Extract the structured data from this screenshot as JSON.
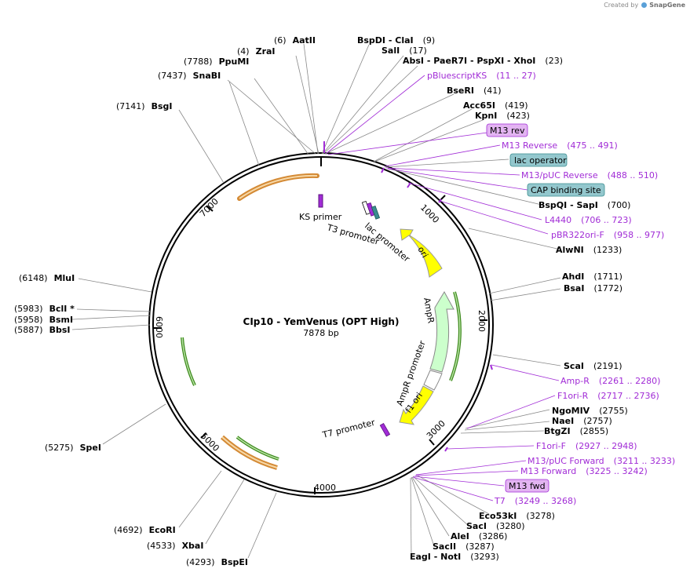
{
  "credit": {
    "prefix": "Created by",
    "brand": "SnapGene"
  },
  "plasmid": {
    "name": "CIp10 - YemVenus (OPT High)",
    "length": "7878 bp"
  },
  "ticks": [
    "1000",
    "2000",
    "3000",
    "4000",
    "5000",
    "6000",
    "7000"
  ],
  "sites_left": [
    {
      "pos": "(6)",
      "name": "AatII"
    },
    {
      "pos": "(4)",
      "name": "ZraI"
    },
    {
      "pos": "(7788)",
      "name": "PpuMI"
    },
    {
      "pos": "(7437)",
      "name": "SnaBI"
    },
    {
      "pos": "(7141)",
      "name": "BsgI"
    },
    {
      "pos": "(6148)",
      "name": "MluI"
    },
    {
      "pos": "(5983)",
      "name": "BclI *"
    },
    {
      "pos": "(5958)",
      "name": "BsmI"
    },
    {
      "pos": "(5887)",
      "name": "BbsI"
    },
    {
      "pos": "(5275)",
      "name": "SpeI"
    },
    {
      "pos": "(4692)",
      "name": "EcoRI"
    },
    {
      "pos": "(4533)",
      "name": "XbaI"
    },
    {
      "pos": "(4293)",
      "name": "BspEI"
    }
  ],
  "sites_right": [
    {
      "name": "BspDI  - ClaI",
      "pos": "(9)"
    },
    {
      "name": "SalI",
      "pos": "(17)"
    },
    {
      "name": "AbsI  - PaeR7I  - PspXI  - XhoI",
      "pos": "(23)"
    },
    {
      "name": "pBluescriptKS",
      "pos": "(11 .. 27)",
      "primer": true
    },
    {
      "name": "BseRI",
      "pos": "(41)"
    },
    {
      "name": "Acc65I",
      "pos": "(419)"
    },
    {
      "name": "KpnI",
      "pos": "(423)"
    },
    {
      "name": "M13 rev",
      "pos": "",
      "box": "primer"
    },
    {
      "name": "M13 Reverse",
      "pos": "(475 .. 491)",
      "primer": true
    },
    {
      "name": "lac operator",
      "pos": "",
      "box": "feature"
    },
    {
      "name": "M13/pUC Reverse",
      "pos": "(488 .. 510)",
      "primer": true
    },
    {
      "name": "CAP binding site",
      "pos": "",
      "box": "feature"
    },
    {
      "name": "BspQI  - SapI",
      "pos": "(700)"
    },
    {
      "name": "L4440",
      "pos": "(706 .. 723)",
      "primer": true
    },
    {
      "name": "pBR322ori-F",
      "pos": "(958 .. 977)",
      "primer": true
    },
    {
      "name": "AlwNI",
      "pos": "(1233)"
    },
    {
      "name": "AhdI",
      "pos": "(1711)"
    },
    {
      "name": "BsaI",
      "pos": "(1772)"
    },
    {
      "name": "ScaI",
      "pos": "(2191)"
    },
    {
      "name": "Amp-R",
      "pos": "(2261 .. 2280)",
      "primer": true
    },
    {
      "name": "F1ori-R",
      "pos": "(2717 .. 2736)",
      "primer": true
    },
    {
      "name": "NgoMIV",
      "pos": "(2755)"
    },
    {
      "name": "NaeI",
      "pos": "(2757)"
    },
    {
      "name": "BtgZI",
      "pos": "(2855)"
    },
    {
      "name": "F1ori-F",
      "pos": "(2927 .. 2948)",
      "primer": true
    },
    {
      "name": "M13/pUC Forward",
      "pos": "(3211 .. 3233)",
      "primer": true
    },
    {
      "name": "M13 Forward",
      "pos": "(3225 .. 3242)",
      "primer": true
    },
    {
      "name": "M13 fwd",
      "pos": "",
      "box": "primer"
    },
    {
      "name": "T7",
      "pos": "(3249 .. 3268)",
      "primer": true
    },
    {
      "name": "Eco53kI",
      "pos": "(3278)"
    },
    {
      "name": "SacI",
      "pos": "(3280)"
    },
    {
      "name": "AleI",
      "pos": "(3286)"
    },
    {
      "name": "SacII",
      "pos": "(3287)"
    },
    {
      "name": "EagI  - NotI",
      "pos": "(3293)"
    }
  ],
  "features": {
    "ks_primer": "KS primer",
    "t3_promoter": "T3 promoter",
    "lac_promoter": "lac promoter",
    "ori": "ori",
    "ampr": "AmpR",
    "ampr_promoter": "AmpR promoter",
    "f1_ori": "f1 ori",
    "t7_promoter": "T7 promoter"
  },
  "colors": {
    "primer": "#a12cd6",
    "primer_box": "#e3b4f2",
    "feature_box": "#93c7cd",
    "ori": "#ffff00",
    "ampr": "#ccffcc",
    "gene_green": "#3e8a1d",
    "gene_orange": "#d48a35"
  }
}
